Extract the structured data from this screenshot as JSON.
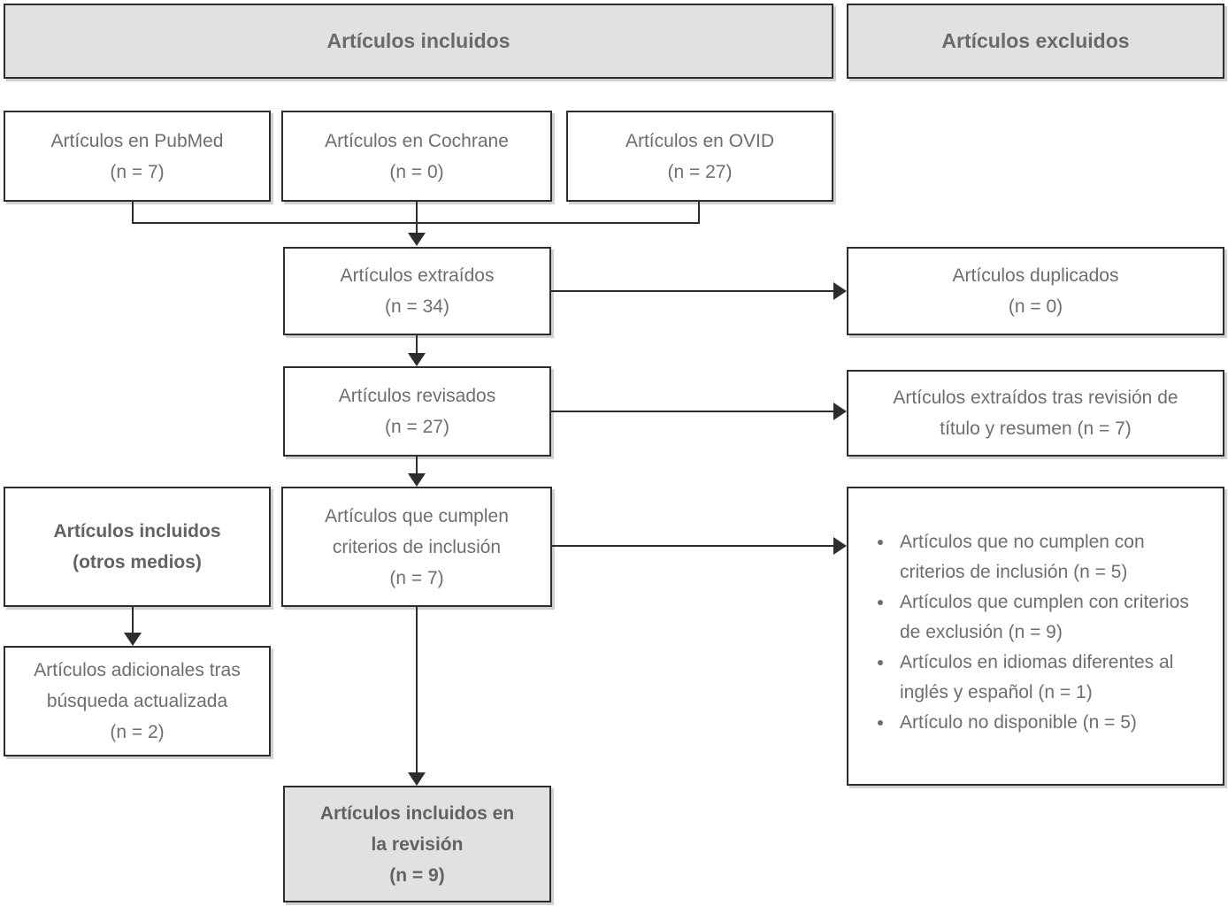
{
  "headers": {
    "included": "Artículos incluidos",
    "excluded": "Artículos excluidos"
  },
  "boxes": {
    "pubmed": {
      "lines": [
        "Artículos en PubMed",
        "(n = 7)"
      ]
    },
    "cochrane": {
      "lines": [
        "Artículos en Cochrane",
        "(n = 0)"
      ]
    },
    "ovid": {
      "lines": [
        "Artículos en OVID",
        "(n = 27)"
      ]
    },
    "extracted": {
      "lines": [
        "Artículos extraídos",
        "(n = 34)"
      ]
    },
    "duplicates": {
      "lines": [
        "Artículos duplicados",
        "(n = 0)"
      ]
    },
    "reviewed": {
      "lines": [
        "Artículos revisados",
        "(n = 27)"
      ]
    },
    "title_abstract": {
      "lines": [
        "Artículos extraídos tras revisión de",
        "título y resumen (n = 7)"
      ]
    },
    "other_media": {
      "lines": [
        "Artículos incluidos",
        "(otros medios)"
      ]
    },
    "meet_inclusion": {
      "lines": [
        "Artículos que cumplen",
        "criterios de inclusión",
        "(n = 7)"
      ]
    },
    "additional": {
      "lines": [
        "Artículos adicionales tras",
        "búsqueda actualizada",
        "(n = 2)"
      ]
    },
    "final": {
      "lines": [
        "Artículos incluidos en",
        "la revisión",
        "(n = 9)"
      ]
    },
    "exclusion_reasons": {
      "items": [
        "Artículos que no cumplen con criterios de inclusión (n = 5)",
        "Artículos que cumplen con criterios de exclusión (n = 9)",
        "Artículos en idiomas diferentes al inglés y español (n = 1)",
        "Artículo no disponible (n = 5)"
      ]
    }
  },
  "colors": {
    "fill_gray": "#e1e2e0",
    "fill_white": "#ffffff",
    "border": "#2d2d2d",
    "text": "#6e6e6e",
    "text_bold": "#626262"
  }
}
